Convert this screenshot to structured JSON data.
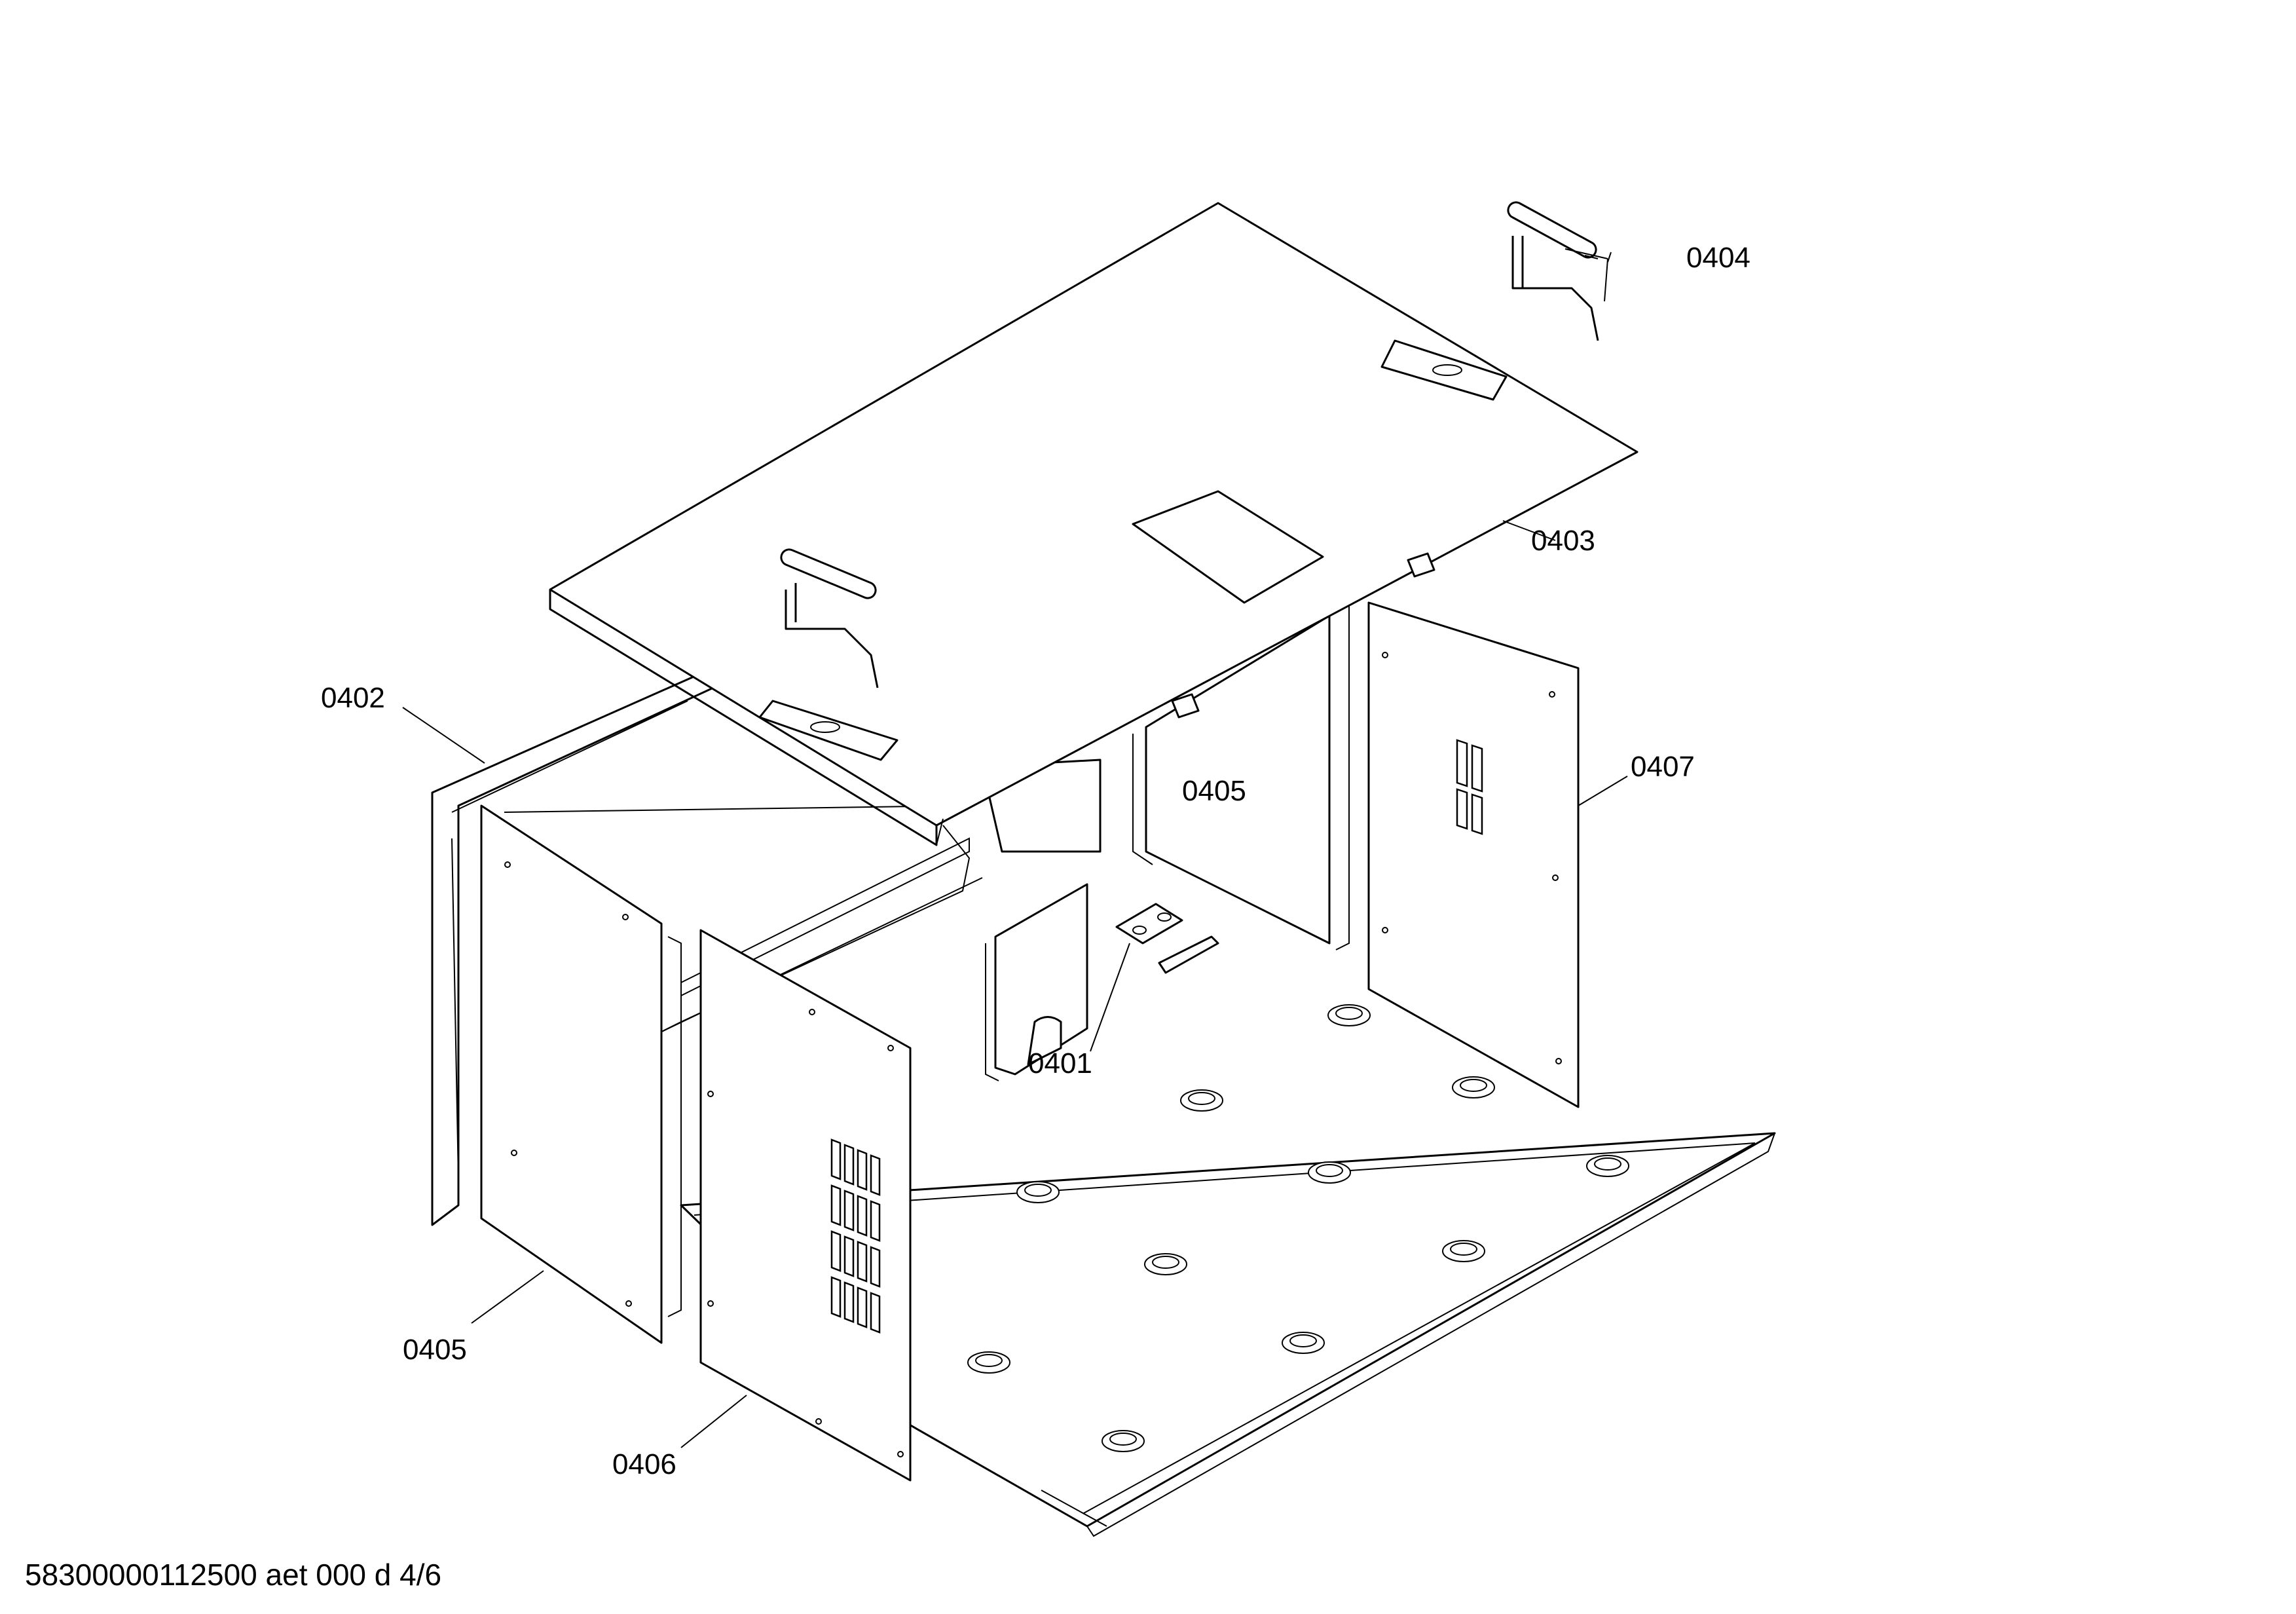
{
  "callouts": {
    "c0401": "0401",
    "c0402": "0402",
    "c0403": "0403",
    "c0404": "0404",
    "c0405_inner": "0405",
    "c0405_left": "0405",
    "c0406": "0406",
    "c0407": "0407"
  },
  "footer": {
    "doc_id": "58300000112500 aet 000 d 4/6"
  }
}
